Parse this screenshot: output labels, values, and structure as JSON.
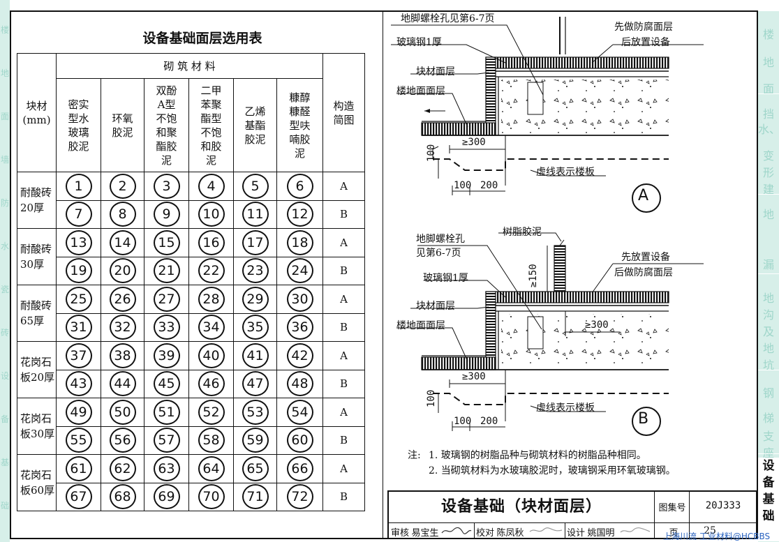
{
  "left_strip": [
    "楼",
    "地",
    "面",
    "墙",
    "防",
    "水",
    "瓷",
    "砖",
    "设",
    "备",
    "基",
    "础"
  ],
  "right_index": {
    "items": [
      "楼",
      "地",
      "面",
      "挡",
      "水、",
      "变",
      "形",
      "建",
      "地",
      "漏",
      "地",
      "沟",
      "及",
      "地",
      "坑",
      "钢",
      "梯",
      "支",
      "座"
    ],
    "active": [
      "设",
      "备",
      "基",
      "础"
    ]
  },
  "table": {
    "title": "设备基础面层选用表",
    "header": {
      "block": [
        "块材",
        "(mm)"
      ],
      "material_group": "砌 筑 材 料",
      "materials": [
        [
          "密实",
          "型水",
          "玻璃",
          "胶泥"
        ],
        [
          "环氧",
          "胶泥"
        ],
        [
          "双酚",
          "A型",
          "不饱",
          "和聚",
          "酯胶",
          "泥"
        ],
        [
          "二甲",
          "苯聚",
          "酯型",
          "不饱",
          "和胶",
          "泥"
        ],
        [
          "乙烯",
          "基酯",
          "胶泥"
        ],
        [
          "糠醇",
          "糠醛",
          "型呋",
          "喃胶",
          "泥"
        ]
      ],
      "structure": [
        "构造",
        "简图"
      ]
    },
    "groups": [
      {
        "label": [
          "耐酸砖",
          "20厚"
        ],
        "rows": [
          {
            "nums": [
              "1",
              "2",
              "3",
              "4",
              "5",
              "6"
            ],
            "type": "A"
          },
          {
            "nums": [
              "7",
              "8",
              "9",
              "10",
              "11",
              "12"
            ],
            "type": "B"
          }
        ]
      },
      {
        "label": [
          "耐酸砖",
          "30厚"
        ],
        "rows": [
          {
            "nums": [
              "13",
              "14",
              "15",
              "16",
              "17",
              "18"
            ],
            "type": "A"
          },
          {
            "nums": [
              "19",
              "20",
              "21",
              "22",
              "23",
              "24"
            ],
            "type": "B"
          }
        ]
      },
      {
        "label": [
          "耐酸砖",
          "65厚"
        ],
        "rows": [
          {
            "nums": [
              "25",
              "26",
              "27",
              "28",
              "29",
              "30"
            ],
            "type": "A"
          },
          {
            "nums": [
              "31",
              "32",
              "33",
              "34",
              "35",
              "36"
            ],
            "type": "B"
          }
        ]
      },
      {
        "label": [
          "花岗石",
          "板20厚"
        ],
        "rows": [
          {
            "nums": [
              "37",
              "38",
              "39",
              "40",
              "41",
              "42"
            ],
            "type": "A"
          },
          {
            "nums": [
              "43",
              "44",
              "45",
              "46",
              "47",
              "48"
            ],
            "type": "B"
          }
        ]
      },
      {
        "label": [
          "花岗石",
          "板30厚"
        ],
        "rows": [
          {
            "nums": [
              "49",
              "50",
              "51",
              "52",
              "53",
              "54"
            ],
            "type": "A"
          },
          {
            "nums": [
              "55",
              "56",
              "57",
              "58",
              "59",
              "60"
            ],
            "type": "B"
          }
        ]
      },
      {
        "label": [
          "花岗石",
          "板60厚"
        ],
        "rows": [
          {
            "nums": [
              "61",
              "62",
              "63",
              "64",
              "65",
              "66"
            ],
            "type": "A"
          },
          {
            "nums": [
              "67",
              "68",
              "69",
              "70",
              "71",
              "72"
            ],
            "type": "B"
          }
        ]
      }
    ]
  },
  "diagram_a": {
    "bolt": "地脚螺栓孔见第6-7页",
    "frp": "玻璃钢1厚",
    "block_layer": "块材面层",
    "floor_layer": "楼地面面层",
    "anti_corrosion": "先做防腐面层",
    "place_equipment": "后放置设备",
    "dim_300": "≥300",
    "dim_100v": "100",
    "dim_100": "100",
    "dim_200": "200",
    "dashed_note": "虚线表示楼板",
    "mark": "A"
  },
  "diagram_b": {
    "bolt_1": "地脚螺栓孔",
    "bolt_2": "见第6-7页",
    "resin": "树脂胶泥",
    "dim_150": "≥150",
    "place_equipment": "先放置设备",
    "anti_corrosion": "后做防腐面层",
    "frp": "玻璃钢1厚",
    "block_layer": "块材面层",
    "floor_layer": "楼地面面层",
    "dim_300_inner": "≥300",
    "dim_300": "≥300",
    "dim_100v": "100",
    "dim_100": "100",
    "dim_200": "200",
    "dashed_note": "虚线表示楼板",
    "mark": "B"
  },
  "notes": {
    "prefix": "注:",
    "lines": [
      "1. 玻璃钢的树脂品种与砌筑材料的树脂品种相同。",
      "2. 当砌筑材料为水玻璃胶泥时，玻璃钢采用环氧玻璃钢。"
    ]
  },
  "title_block": {
    "title": "设备基础（块材面层）",
    "atlas_label": "图集号",
    "atlas_no": "20J333",
    "review_label": "审核",
    "reviewer": "易宝生",
    "check_label": "校对",
    "checker": "陈凤秋",
    "design_label": "设计",
    "designer": "姚国明",
    "page_label": "页",
    "page_no": "25"
  },
  "watermark": "上海川流 工业材料@HCBBS"
}
